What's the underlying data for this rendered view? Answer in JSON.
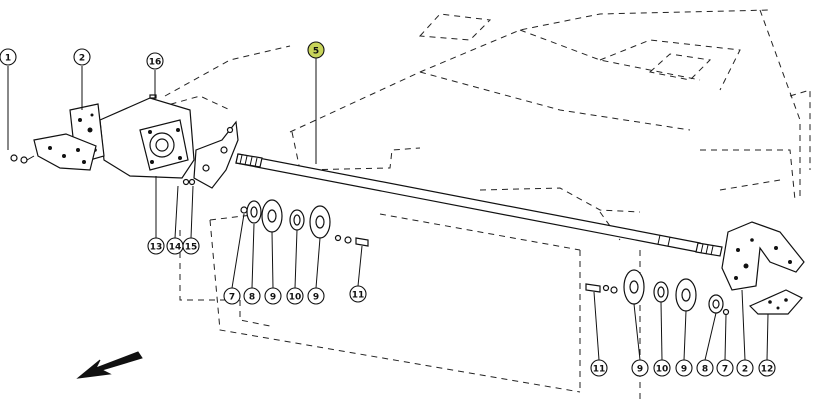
{
  "diagram": {
    "callouts": [
      {
        "id": "c1",
        "label": "1"
      },
      {
        "id": "c2a",
        "label": "2"
      },
      {
        "id": "c16",
        "label": "16"
      },
      {
        "id": "c5",
        "label": "5",
        "highlight": true
      },
      {
        "id": "c13",
        "label": "13"
      },
      {
        "id": "c14",
        "label": "14"
      },
      {
        "id": "c15",
        "label": "15"
      },
      {
        "id": "c7a",
        "label": "7"
      },
      {
        "id": "c8a",
        "label": "8"
      },
      {
        "id": "c9a",
        "label": "9"
      },
      {
        "id": "c10a",
        "label": "10"
      },
      {
        "id": "c9b",
        "label": "9"
      },
      {
        "id": "c11a",
        "label": "11"
      },
      {
        "id": "c11b",
        "label": "11"
      },
      {
        "id": "c9c",
        "label": "9"
      },
      {
        "id": "c10b",
        "label": "10"
      },
      {
        "id": "c9d",
        "label": "9"
      },
      {
        "id": "c8b",
        "label": "8"
      },
      {
        "id": "c7b",
        "label": "7"
      },
      {
        "id": "c2b",
        "label": "2"
      },
      {
        "id": "c12",
        "label": "12"
      }
    ],
    "colors": {
      "ink": "#111111",
      "highlight": "#c8d45a",
      "background": "#ffffff"
    },
    "icons": {
      "direction_arrow": "arrow-down-left-icon"
    }
  }
}
